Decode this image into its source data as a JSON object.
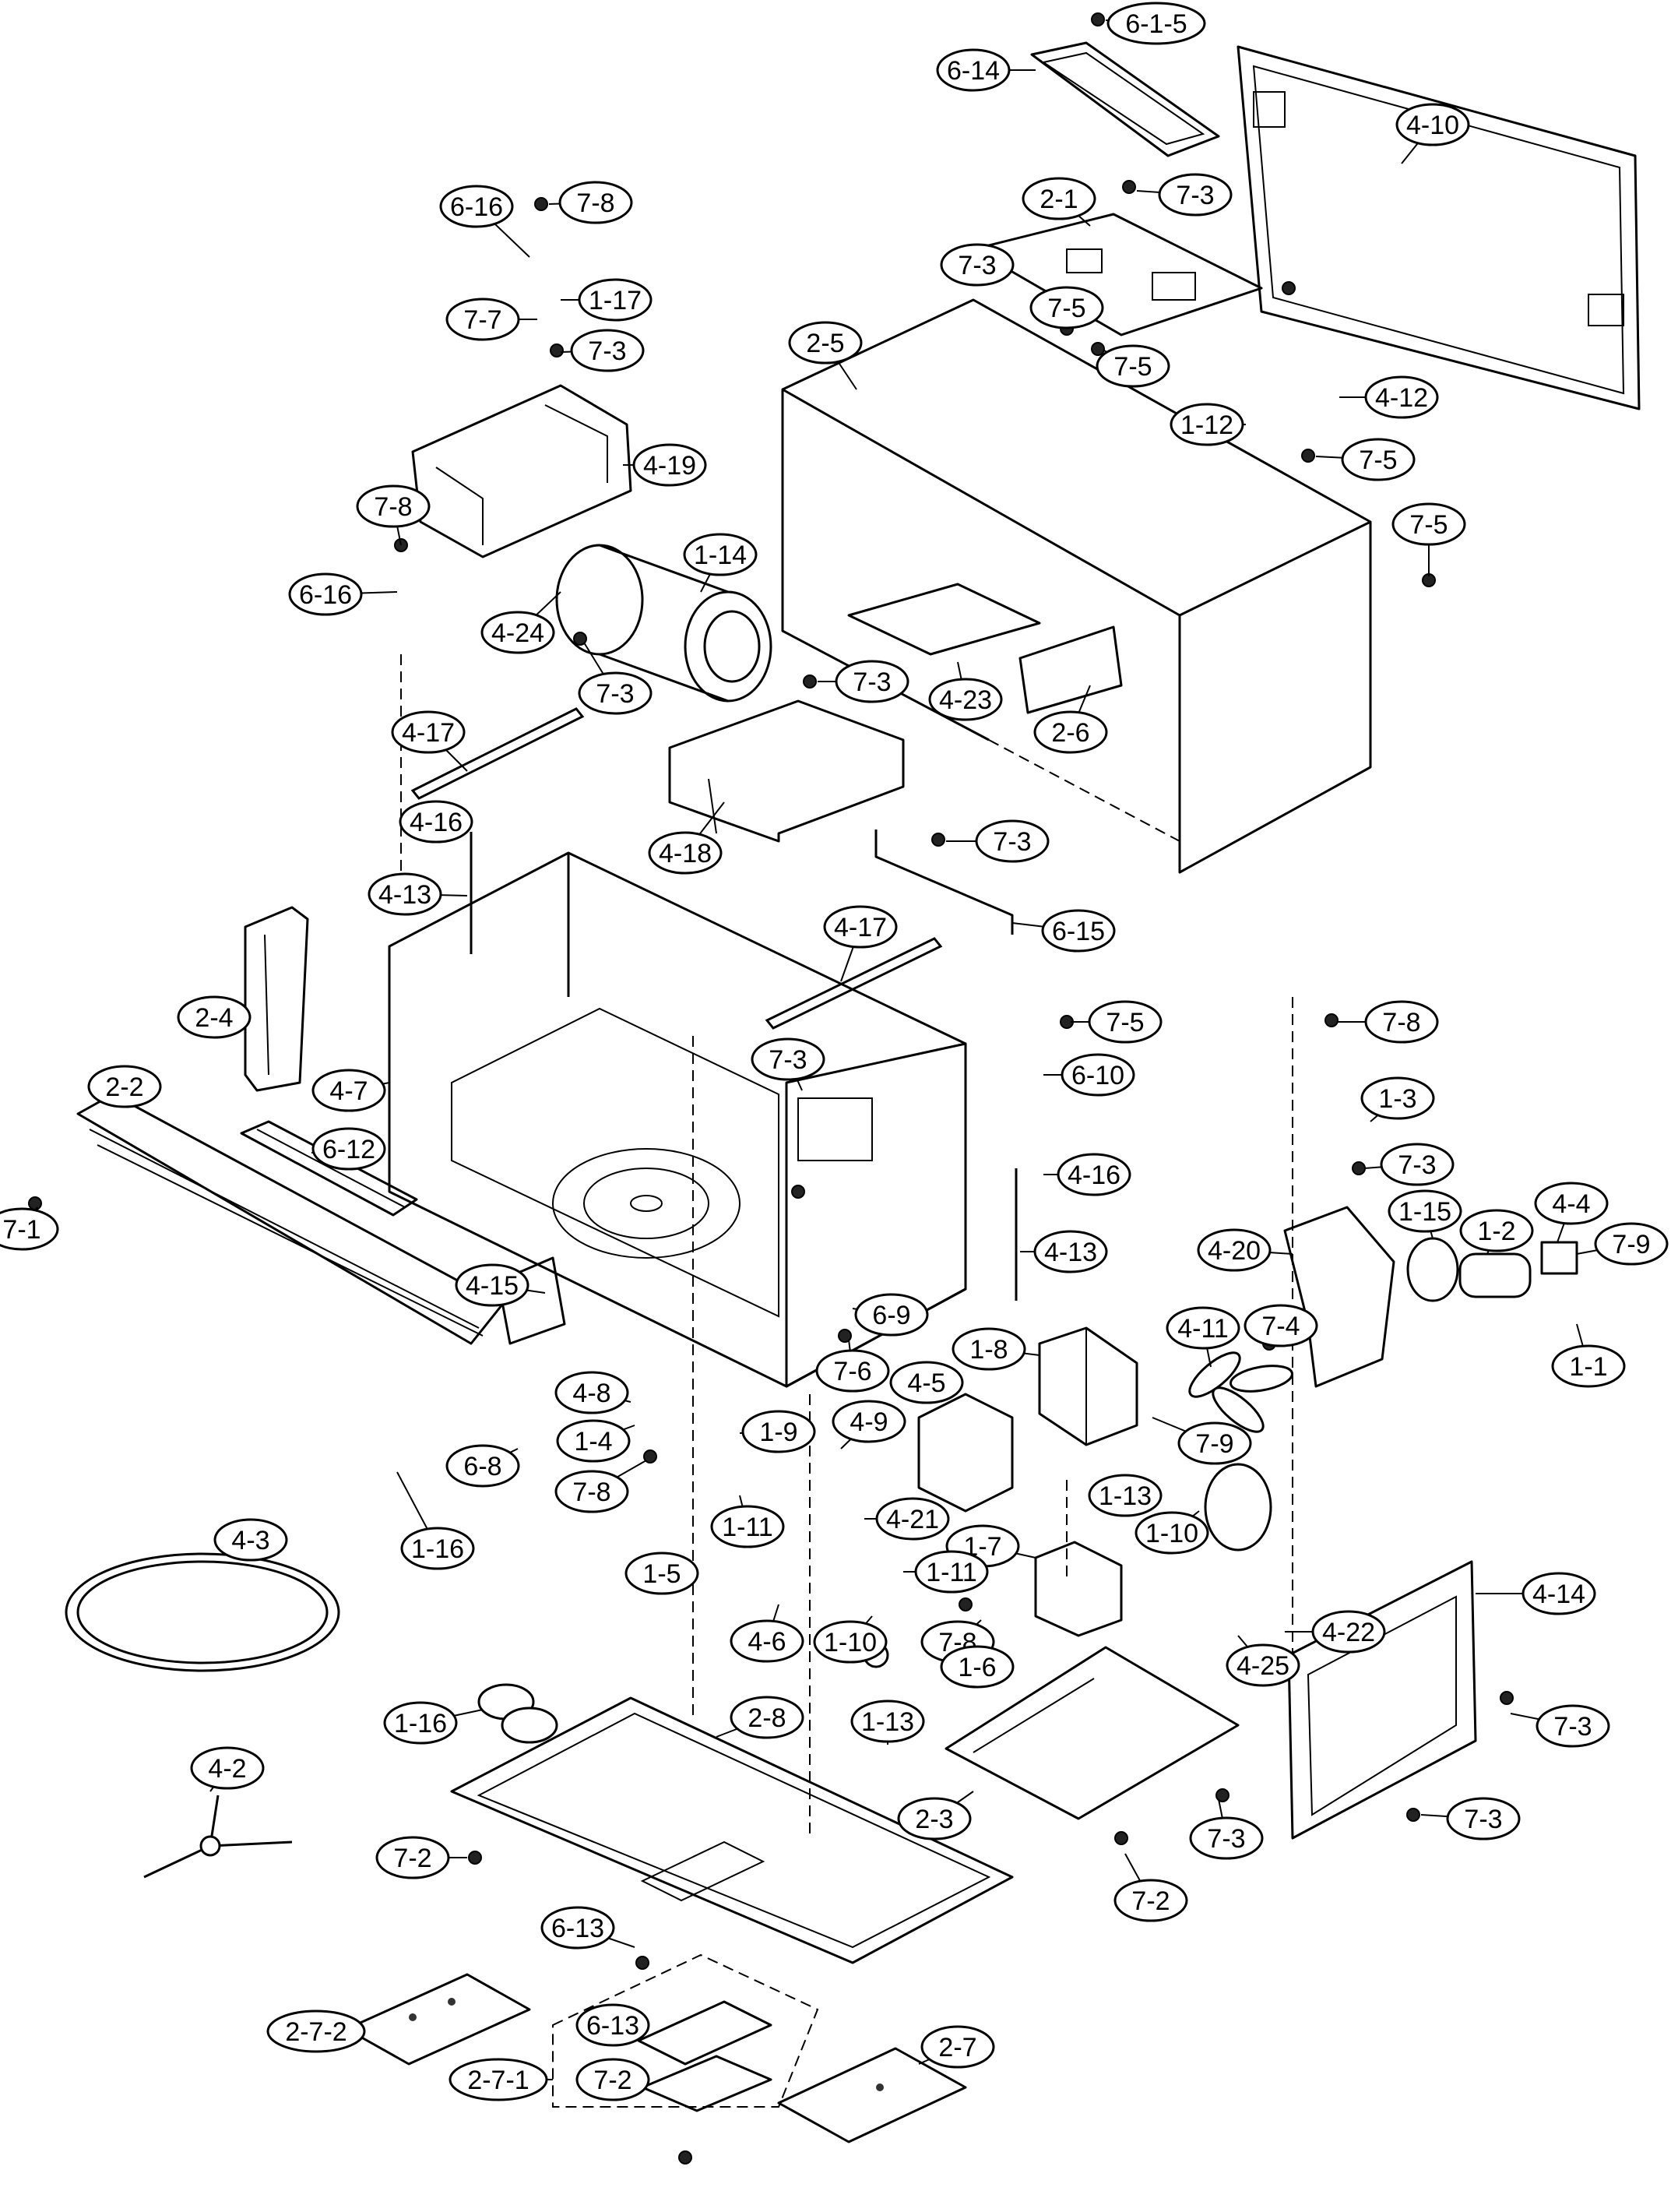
{
  "parts": [
    "6-1-5",
    "6-14",
    "4-10",
    "7-8",
    "6-16",
    "7-3",
    "2-1",
    "7-3",
    "1-17",
    "7-7",
    "7-3",
    "7-5",
    "2-5",
    "7-5",
    "4-12",
    "1-12",
    "7-5",
    "4-19",
    "7-8",
    "1-14",
    "7-5",
    "6-16",
    "4-24",
    "4-23",
    "7-3",
    "2-6",
    "7-3",
    "4-17",
    "4-16",
    "4-18",
    "7-3",
    "4-13",
    "6-15",
    "4-17",
    "2-4",
    "7-5",
    "7-8",
    "2-2",
    "4-7",
    "7-3",
    "6-10",
    "6-12",
    "1-3",
    "4-16",
    "7-3",
    "7-1",
    "4-15",
    "4-13",
    "1-15",
    "1-2",
    "4-4",
    "7-9",
    "6-9",
    "4-20",
    "7-4",
    "4-11",
    "1-8",
    "7-6",
    "4-8",
    "4-5",
    "1-1",
    "1-4",
    "1-9",
    "4-9",
    "7-9",
    "6-8",
    "7-8",
    "1-11",
    "1-16",
    "1-13",
    "4-21",
    "1-10",
    "1-7",
    "4-3",
    "1-5",
    "1-11",
    "4-6",
    "1-10",
    "7-8",
    "4-22",
    "4-14",
    "1-6",
    "4-25",
    "1-16",
    "2-8",
    "1-13",
    "7-3",
    "2-3",
    "4-2",
    "7-2",
    "7-3",
    "7-3",
    "7-2",
    "6-13",
    "2-7-2",
    "6-13",
    "2-7",
    "2-7-1",
    "7-2"
  ]
}
